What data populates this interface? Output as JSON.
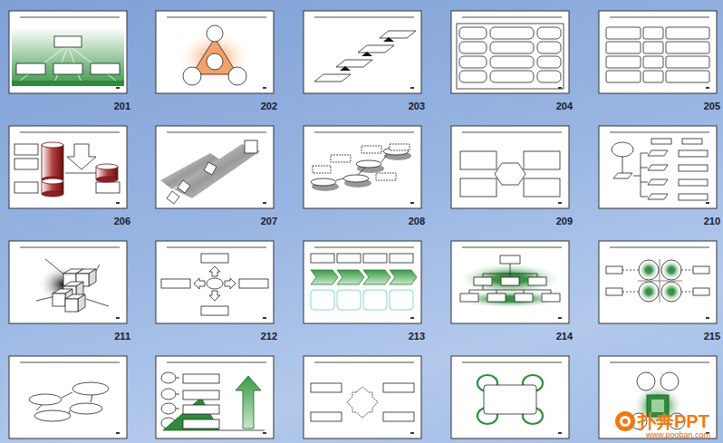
{
  "diagram": {
    "labels": [
      "201",
      "202",
      "203",
      "204",
      "205",
      "206",
      "207",
      "208",
      "209",
      "210",
      "211",
      "212",
      "213",
      "214",
      "215",
      "扑奔PPT",
      "www.pooban.com"
    ]
  }
}
